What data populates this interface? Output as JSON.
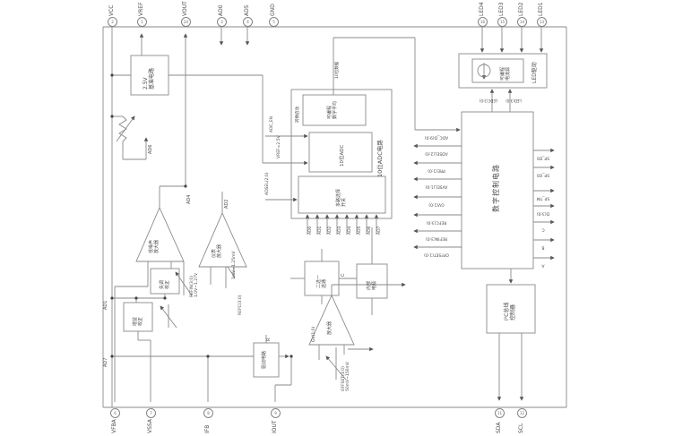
{
  "colors": {
    "line": "#8a8a8a",
    "text": "#4a4a4a",
    "bg": "#ffffff"
  },
  "pins": {
    "top": [
      {
        "num": "2",
        "label": "VCC"
      },
      {
        "num": "1",
        "label": "VREF"
      },
      {
        "num": "24",
        "label": "VOUT"
      },
      {
        "num": "3",
        "label": "AD0"
      },
      {
        "num": "4",
        "label": "AD5"
      },
      {
        "num": "5",
        "label": "GND"
      }
    ],
    "led": [
      {
        "num": "16",
        "label": "LED4"
      },
      {
        "num": "15",
        "label": "LED3"
      },
      {
        "num": "14",
        "label": "LED2"
      },
      {
        "num": "13",
        "label": "LED1"
      }
    ],
    "bottom": [
      {
        "num": "6",
        "label": "VFBA"
      },
      {
        "num": "7",
        "label": "VSSA"
      },
      {
        "num": "8",
        "label": "IFB"
      },
      {
        "num": "9",
        "label": "IOUT"
      },
      {
        "num": "11",
        "label": "SDA"
      },
      {
        "num": "12",
        "label": "SCL"
      }
    ]
  },
  "blocks": {
    "vref": {
      "line1": "2.5V",
      "line2": "基准电路"
    },
    "adc": {
      "title": "10位ADC电路",
      "avg_line1": "可编程",
      "avg_line2": "数字平均",
      "core": "10位ADC",
      "mux_line1": "多路选择",
      "mux_line2": "开关",
      "start": "转换启动",
      "data_bus": "10位数据",
      "en": "ADC_EN",
      "vref_in": "VREF=2.5V",
      "adsel": "ADSEL(2:0)",
      "inputs": [
        "AD0",
        "AD1",
        "AD2",
        "AD3",
        "AD4",
        "AD5",
        "AD6",
        "AD7"
      ]
    },
    "digital": {
      "title": "数字控制电路",
      "left_buses": [
        "ADC_D(9:0)",
        "ADSEL(2:0)",
        "PRE(1:0)",
        "AVSEL(1:0)",
        "GV(1:0)",
        "REFC(3:0)",
        "REFIN(3:0)",
        "OFFSET(1:0)"
      ],
      "right_outputs": [
        "SP_DS",
        "SP_OS",
        "SP_TM",
        "D(3:0)",
        "C",
        "B",
        "A"
      ]
    },
    "led": {
      "title": "LED驱动",
      "inner_line1": "可编程",
      "inner_line2": "电流源",
      "bus1": "LEDC(3:0)",
      "bus2": "LED(3:0)"
    },
    "i2c": {
      "line1": "I²C总线",
      "line2": "控制器"
    },
    "amp1": {
      "line1": "低噪声",
      "line2": "放大器"
    },
    "amp2": {
      "line1": "仪表",
      "line2": "放大器"
    },
    "amp3": {
      "label": "放大器"
    },
    "sel": {
      "line1": "二选一",
      "line2": "选通"
    },
    "pwr": {
      "line1": "内部",
      "line2": "电源"
    },
    "drv": {
      "label": "驱动电路"
    },
    "offs": {
      "line1": "失调",
      "line2": "校正"
    },
    "gain": {
      "line1": "增益",
      "line2": "校正"
    }
  },
  "nets": {
    "ad4": "AD4",
    "ad2": "AD2",
    "ad6": "AD6",
    "ad1": "AD1",
    "ad7": "AD7",
    "c": "C",
    "r": "R"
  },
  "params": {
    "refin": "REFIN(3:0)",
    "refin_range": "1.0V~1.27V",
    "range1": "1mV~1.25mV",
    "refc": "REFC(3:0)",
    "gv": "GV(1:0)",
    "offset": "OFFSET(1:0)",
    "offset_range": "50mV~150mV"
  }
}
